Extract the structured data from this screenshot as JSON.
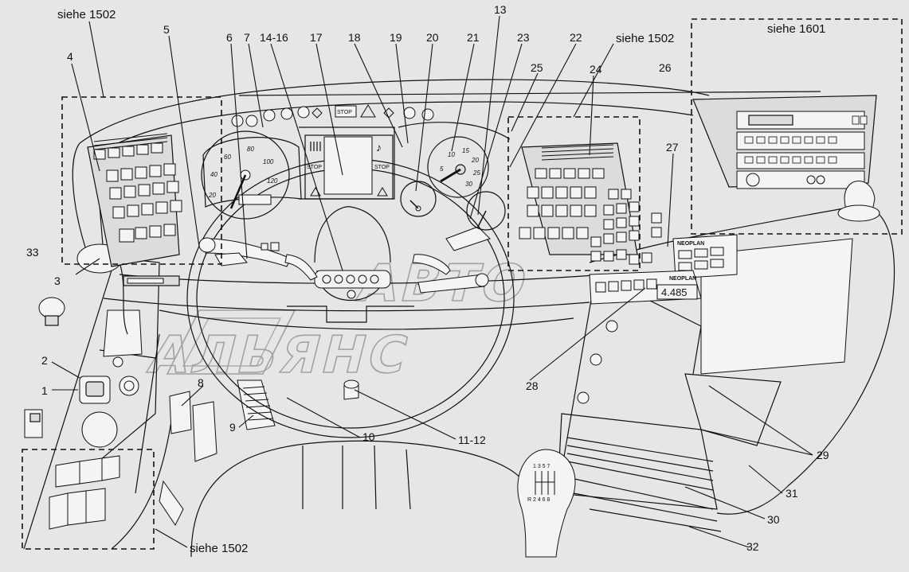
{
  "callouts": {
    "c1": "1",
    "c2": "2",
    "c3": "3",
    "c4": "4",
    "c5": "5",
    "c6": "6",
    "c7": "7",
    "c8": "8",
    "c9": "9",
    "c10": "10",
    "c11_12": "11-12",
    "c13": "13",
    "c14_16": "14-16",
    "c17": "17",
    "c18": "18",
    "c19": "19",
    "c20": "20",
    "c21": "21",
    "c22": "22",
    "c23": "23",
    "c24": "24",
    "c25": "25",
    "c26": "26",
    "c27": "27",
    "c28": "28",
    "c29": "29",
    "c30": "30",
    "c31": "31",
    "c32": "32",
    "c33": "33"
  },
  "references": {
    "ref_top_left": "siehe 1502",
    "ref_top_center": "siehe 1502",
    "ref_top_right": "siehe 1601",
    "ref_bottom_left": "siehe 1502"
  },
  "dashboard_labels": {
    "stop_top": "STOP",
    "stop_left": "STOP",
    "stop_right": "STOP",
    "brand_1": "NEOPLAN",
    "brand_2": "NEOPLAN",
    "display_readout": "4.485"
  },
  "speedometer": {
    "ticks": [
      "20",
      "40",
      "60",
      "80",
      "100",
      "120"
    ]
  },
  "tachometer": {
    "ticks": [
      "5",
      "10",
      "15",
      "20",
      "25",
      "30"
    ]
  },
  "gear_pattern": {
    "top": "1 3 5 7",
    "bottom": "R 2 4 6 8"
  },
  "watermark": {
    "line_1": "АВТО",
    "line_2": "АЛЬЯНС"
  },
  "icons": [
    "warning-triangle-icon",
    "stop-sign-icon",
    "music-note-icon",
    "horn-icon",
    "fuel-gauge-icon",
    "temperature-gauge-icon"
  ]
}
